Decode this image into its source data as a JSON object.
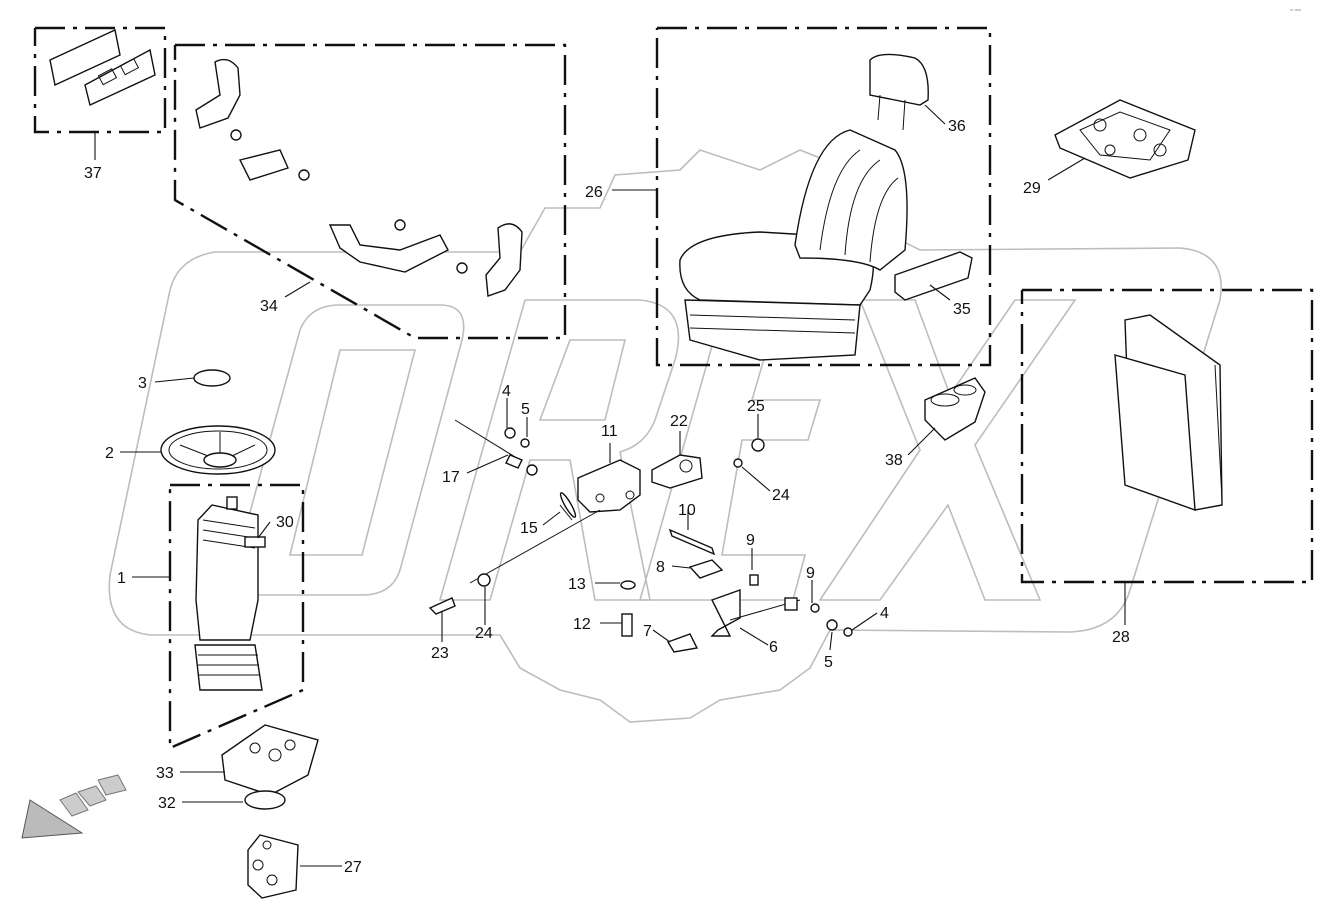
{
  "diagram": {
    "watermark": "OREX",
    "corner_mark": "ᵒʳ ᵒʳᵉˣ",
    "callouts": [
      {
        "id": "1",
        "text": "1"
      },
      {
        "id": "2",
        "text": "2"
      },
      {
        "id": "3",
        "text": "3"
      },
      {
        "id": "4a",
        "text": "4"
      },
      {
        "id": "4b",
        "text": "4"
      },
      {
        "id": "5a",
        "text": "5"
      },
      {
        "id": "5b",
        "text": "5"
      },
      {
        "id": "6",
        "text": "6"
      },
      {
        "id": "7",
        "text": "7"
      },
      {
        "id": "8",
        "text": "8"
      },
      {
        "id": "9a",
        "text": "9"
      },
      {
        "id": "9b",
        "text": "9"
      },
      {
        "id": "10",
        "text": "10"
      },
      {
        "id": "11",
        "text": "11"
      },
      {
        "id": "12",
        "text": "12"
      },
      {
        "id": "13",
        "text": "13"
      },
      {
        "id": "15",
        "text": "15"
      },
      {
        "id": "17",
        "text": "17"
      },
      {
        "id": "22",
        "text": "22"
      },
      {
        "id": "23",
        "text": "23"
      },
      {
        "id": "24a",
        "text": "24"
      },
      {
        "id": "24b",
        "text": "24"
      },
      {
        "id": "25",
        "text": "25"
      },
      {
        "id": "26",
        "text": "26"
      },
      {
        "id": "27",
        "text": "27"
      },
      {
        "id": "28",
        "text": "28"
      },
      {
        "id": "29",
        "text": "29"
      },
      {
        "id": "30",
        "text": "30"
      },
      {
        "id": "32",
        "text": "32"
      },
      {
        "id": "33",
        "text": "33"
      },
      {
        "id": "34",
        "text": "34"
      },
      {
        "id": "35",
        "text": "35"
      },
      {
        "id": "36",
        "text": "36"
      },
      {
        "id": "37",
        "text": "37"
      },
      {
        "id": "38",
        "text": "38"
      }
    ]
  }
}
